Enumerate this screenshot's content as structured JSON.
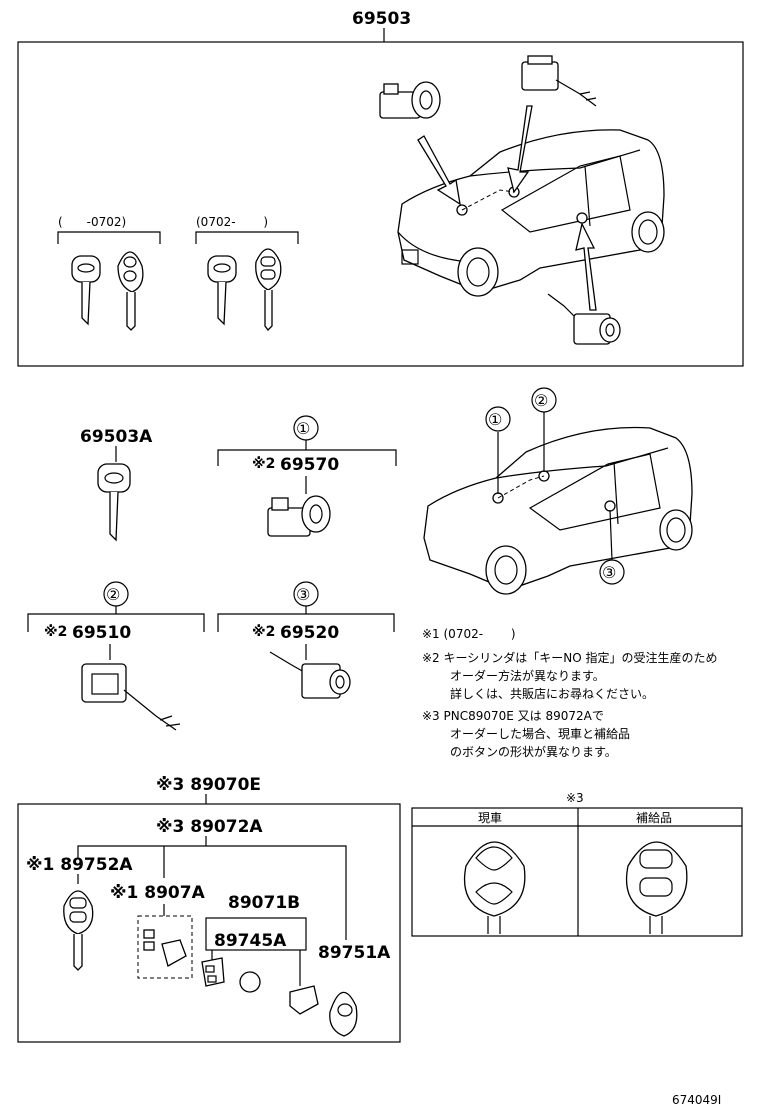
{
  "top_group": {
    "part_number": "69503",
    "key_set_1_range": "(　　-0702)",
    "key_set_2_range": "(0702-　　 )"
  },
  "components": {
    "key_blank": "69503A",
    "circle_1": "①",
    "circle_2": "②",
    "circle_3": "③",
    "cylinder_1_part": "69570",
    "cylinder_2_part": "69510",
    "cylinder_3_part": "69520",
    "note_mark_2": "※2"
  },
  "notes": {
    "n1": "※1 (0702-　　 )",
    "n2_line1": "※2 キーシリンダは「キーNO 指定」の受注生産のため",
    "n2_line2": "オーダー方法が異なります。",
    "n2_line3": "詳しくは、共販店にお尋ねください。",
    "n3_line1": "※3 PNC89070E 又は 89072Aで",
    "n3_line2": "オーダーした場合、現車と補給品",
    "n3_line3": "のボタンの形状が異なります。"
  },
  "transmitter_group": {
    "outer_part": "※3 89070E",
    "inner_part": "※3 89072A",
    "key_part": "※1 89752A",
    "sub_part": "※1 8907A",
    "battery_group_part": "89071B",
    "battery_part": "89745A",
    "case_part": "89751A"
  },
  "comparison": {
    "title": "※3",
    "col_current": "現車",
    "col_supply": "補給品"
  },
  "illustration_id": "674049I"
}
